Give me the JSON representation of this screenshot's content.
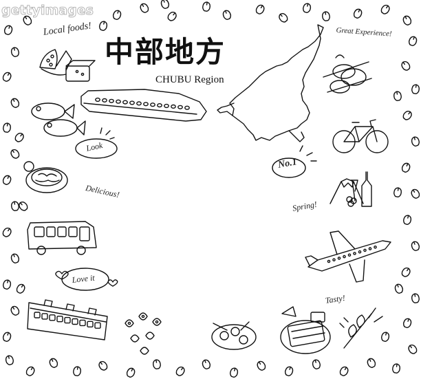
{
  "watermark": "gettyimages",
  "title": {
    "japanese": "中部地方",
    "english": "CHUBU Region"
  },
  "labels": {
    "local_foods": "Local foods!",
    "great_experience": "Great Experience!",
    "delicious": "Delicious!",
    "spring": "Spring!",
    "tasty": "Tasty!"
  },
  "bubbles": {
    "look": "Look",
    "no1": "No.1",
    "love_it": "Love it"
  },
  "icons": [
    "rice-ear-and-box-icon",
    "snacks-icon",
    "bullet-train-icon",
    "fish-icon",
    "hot-pot-icon",
    "bus-icon",
    "tram-icon",
    "flowers-icon",
    "skewer-plate-icon",
    "sushi-icon",
    "grilled-skewer-icon",
    "airplane-icon",
    "mount-fuji-wine-icon",
    "bicycle-icon",
    "pudding-bowls-icon",
    "chubu-map-icon",
    "sakura-petal-icon"
  ],
  "colors": {
    "line": "#111111",
    "background": "#ffffff",
    "watermark": "#9a9a9a"
  }
}
